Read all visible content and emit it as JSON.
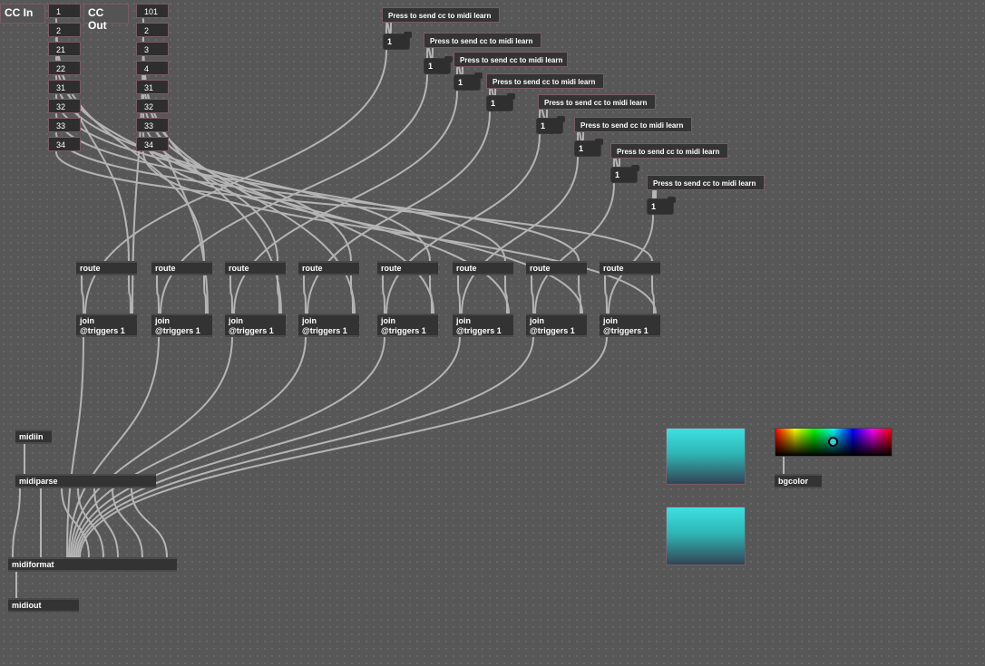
{
  "comments": {
    "cc_in": "CC In",
    "cc_out": "CC Out"
  },
  "cc_in_numbers": [
    "1",
    "2",
    "21",
    "22",
    "31",
    "32",
    "33",
    "34"
  ],
  "cc_out_numbers": [
    "101",
    "2",
    "3",
    "4",
    "31",
    "32",
    "33",
    "34"
  ],
  "message_label": "Press to send cc to midi learn",
  "toggle_value": "1",
  "route_label": "route",
  "join_label_1": "join",
  "join_label_2": "@triggers 1",
  "midiin_label": "midiin",
  "midiparse_label": "midiparse",
  "midiformat_label": "midiformat",
  "midiout_label": "midiout",
  "bgcolor_label": "bgcolor",
  "colors": {
    "background": "#575757",
    "panel": "#3ee0e0",
    "wire": "#b4b4b4"
  }
}
